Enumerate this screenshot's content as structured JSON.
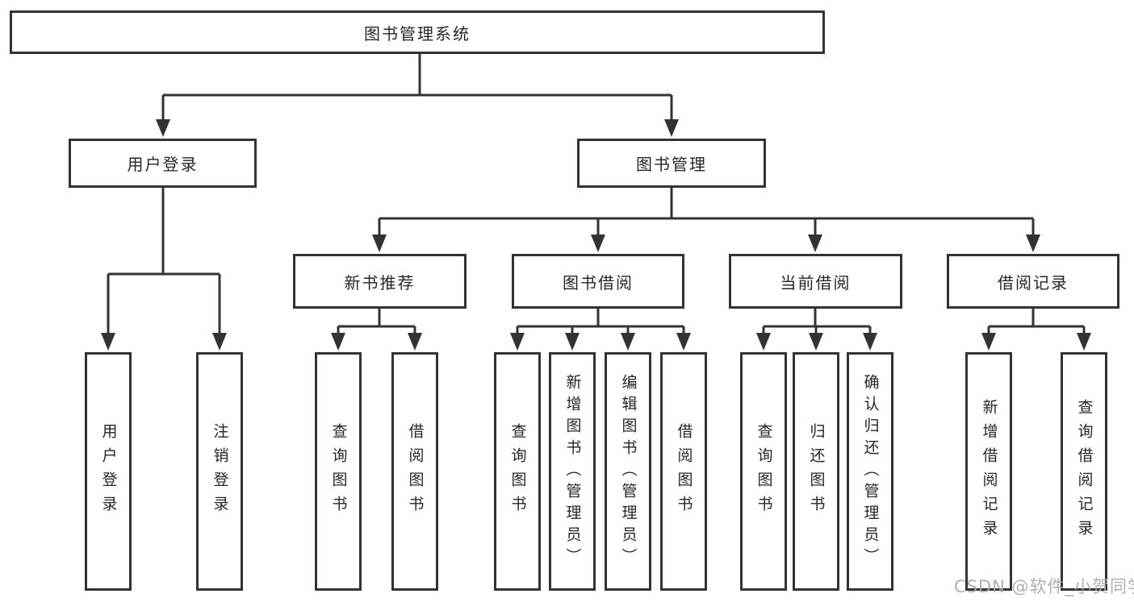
{
  "diagram": {
    "root": {
      "label": "图书管理系统",
      "children": [
        {
          "label": "用户登录",
          "children": [
            {
              "label": "用户登录"
            },
            {
              "label": "注销登录"
            }
          ]
        },
        {
          "label": "图书管理",
          "children": [
            {
              "label": "新书推荐",
              "children": [
                {
                  "label": "查询图书"
                },
                {
                  "label": "借阅图书"
                }
              ]
            },
            {
              "label": "图书借阅",
              "children": [
                {
                  "label": "查询图书"
                },
                {
                  "label": "新增图书（管理员）"
                },
                {
                  "label": "编辑图书（管理员）"
                },
                {
                  "label": "借阅图书"
                }
              ]
            },
            {
              "label": "当前借阅",
              "children": [
                {
                  "label": "查询图书"
                },
                {
                  "label": "归还图书"
                },
                {
                  "label": "确认归还（管理员）"
                }
              ]
            },
            {
              "label": "借阅记录",
              "children": [
                {
                  "label": "新增借阅记录"
                },
                {
                  "label": "查询借阅记录"
                }
              ]
            }
          ]
        }
      ]
    }
  },
  "watermark": {
    "text": "CSDN @软件_小贺同学"
  },
  "colors": {
    "line": "#333333",
    "box_border": "#333333",
    "text": "#262626",
    "watermark": "#a8a8a8",
    "background": "#ffffff"
  }
}
